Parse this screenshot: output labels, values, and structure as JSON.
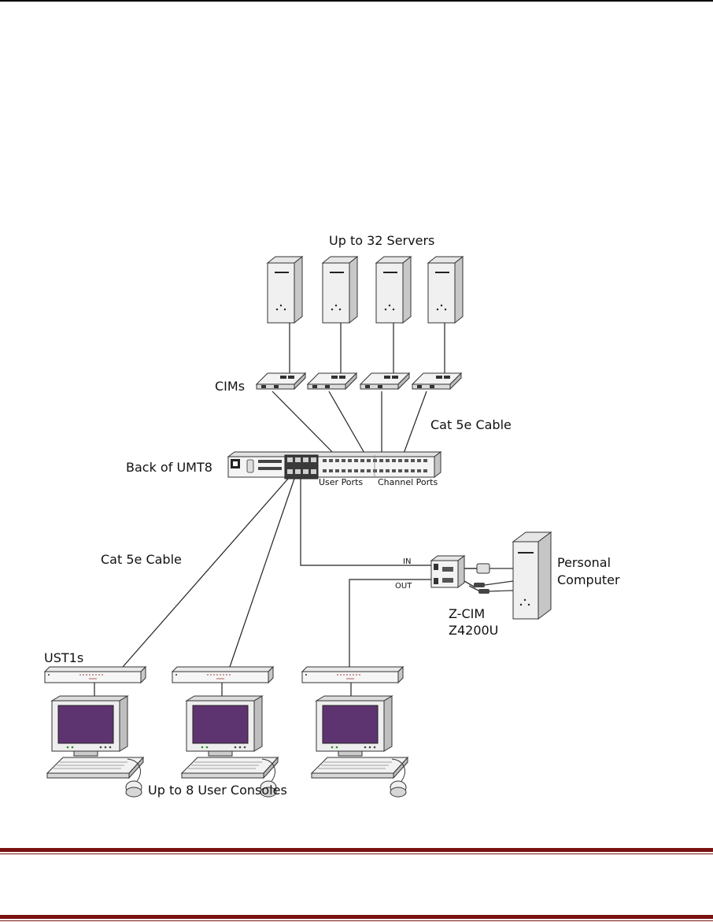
{
  "labels": {
    "servers": "Up to 32 Servers",
    "cims": "CIMs",
    "cable_top": "Cat 5e Cable",
    "back_of": "Back of UMT8",
    "user_ports": "User Ports",
    "channel_ports": "Channel Ports",
    "cable_left": "Cat 5e Cable",
    "in": "IN",
    "out": "OUT",
    "pc_line1": "Personal",
    "pc_line2": "Computer",
    "zcim_line1": "Z-CIM",
    "zcim_line2": "Z4200U",
    "ust1s": "UST1s",
    "consoles": "Up to 8 User Consoles"
  },
  "colors": {
    "screen": "#5e3470",
    "footer_rule": "#7a1212"
  }
}
